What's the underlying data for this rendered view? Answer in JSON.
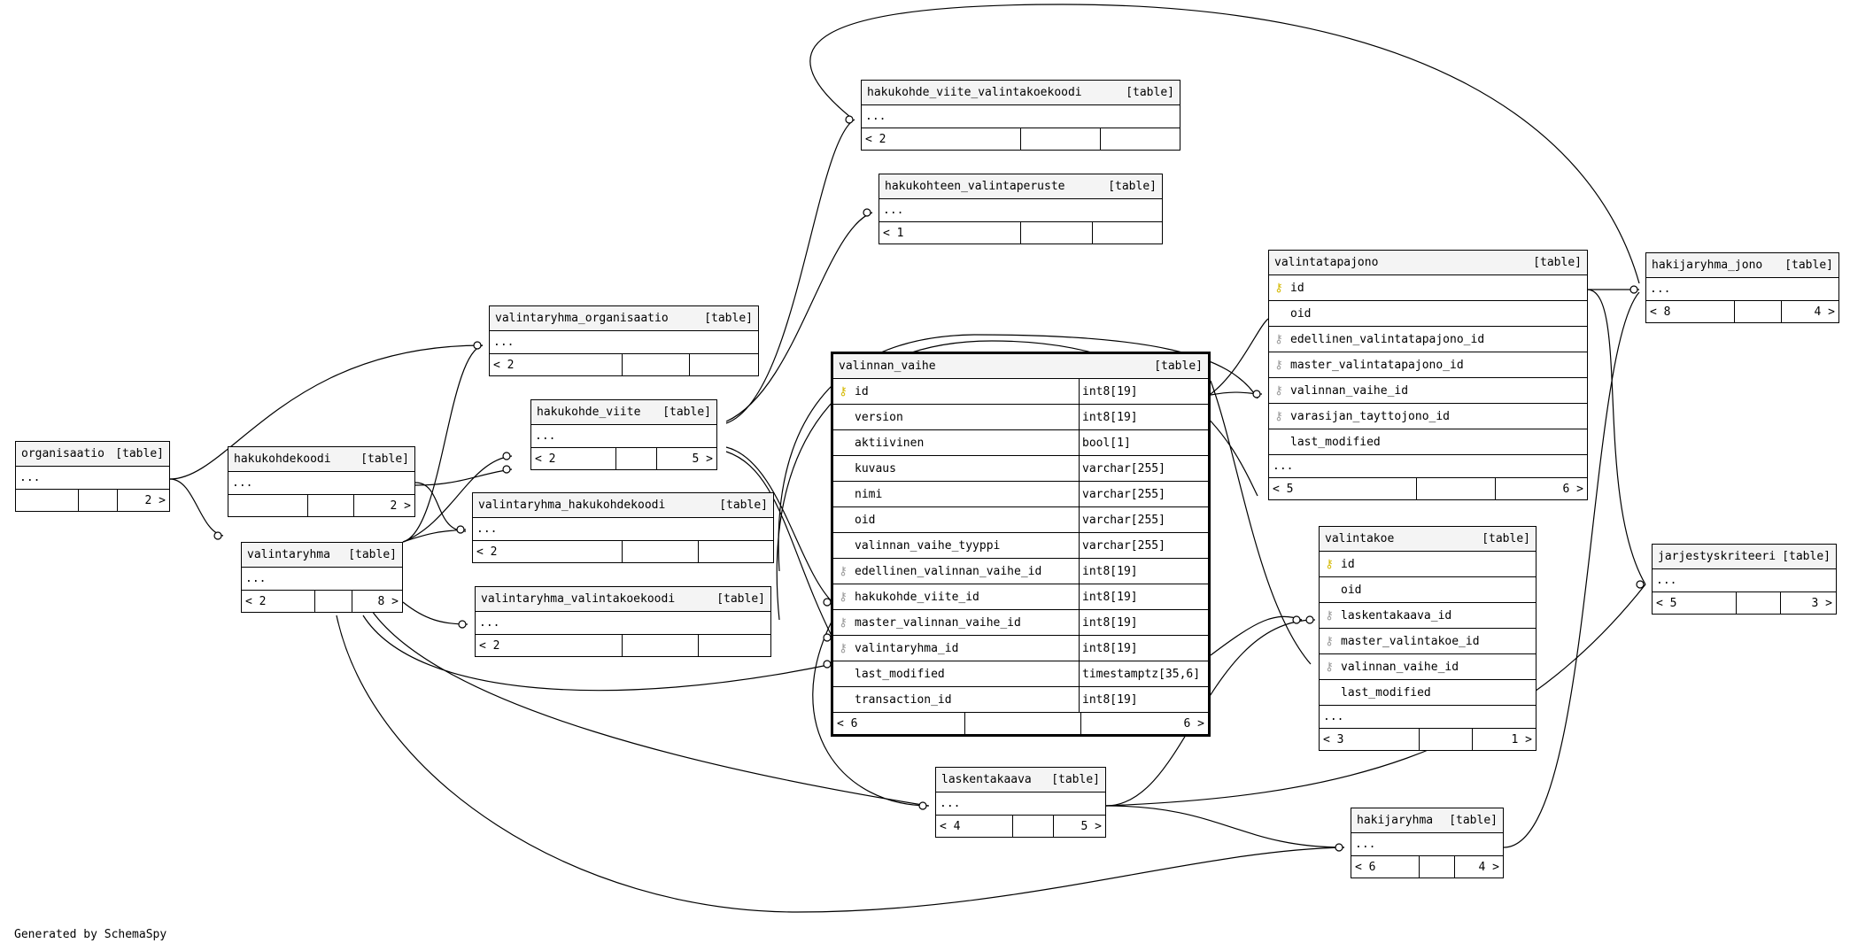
{
  "generator_note": "Generated by SchemaSpy",
  "icons": {
    "primary_key": "key-icon-yellow",
    "foreign_key": "key-icon-gray"
  },
  "colors": {
    "primary_key": "#d4b800",
    "foreign_key": "#999999",
    "header_bg": "#f4f4f4"
  },
  "tables": {
    "organisaatio": {
      "name": "organisaatio",
      "kind": "[table]",
      "ellipsis": "...",
      "parents": "",
      "children": "2 >"
    },
    "hakukohdekoodi": {
      "name": "hakukohdekoodi",
      "kind": "[table]",
      "ellipsis": "...",
      "parents": "",
      "children": "2 >"
    },
    "valintaryhma": {
      "name": "valintaryhma",
      "kind": "[table]",
      "ellipsis": "...",
      "parents": "< 2",
      "children": "8 >"
    },
    "valintaryhma_organisaatio": {
      "name": "valintaryhma_organisaatio",
      "kind": "[table]",
      "ellipsis": "...",
      "parents": "< 2",
      "children": ""
    },
    "hakukohde_viite": {
      "name": "hakukohde_viite",
      "kind": "[table]",
      "ellipsis": "...",
      "parents": "< 2",
      "children": "5 >"
    },
    "valintaryhma_hakukohdekoodi": {
      "name": "valintaryhma_hakukohdekoodi",
      "kind": "[table]",
      "ellipsis": "...",
      "parents": "< 2",
      "children": ""
    },
    "valintaryhma_valintakoekoodi": {
      "name": "valintaryhma_valintakoekoodi",
      "kind": "[table]",
      "ellipsis": "...",
      "parents": "< 2",
      "children": ""
    },
    "hakukohde_viite_valintakoekoodi": {
      "name": "hakukohde_viite_valintakoekoodi",
      "kind": "[table]",
      "ellipsis": "...",
      "parents": "< 2",
      "children": ""
    },
    "hakukohteen_valintaperuste": {
      "name": "hakukohteen_valintaperuste",
      "kind": "[table]",
      "ellipsis": "...",
      "parents": "< 1",
      "children": ""
    },
    "valinnan_vaihe": {
      "name": "valinnan_vaihe",
      "kind": "[table]",
      "parents": "< 6",
      "children": "6 >",
      "columns": [
        {
          "name": "id",
          "type": "int8[19]",
          "key": "pk"
        },
        {
          "name": "version",
          "type": "int8[19]",
          "key": ""
        },
        {
          "name": "aktiivinen",
          "type": "bool[1]",
          "key": ""
        },
        {
          "name": "kuvaus",
          "type": "varchar[255]",
          "key": ""
        },
        {
          "name": "nimi",
          "type": "varchar[255]",
          "key": ""
        },
        {
          "name": "oid",
          "type": "varchar[255]",
          "key": ""
        },
        {
          "name": "valinnan_vaihe_tyyppi",
          "type": "varchar[255]",
          "key": ""
        },
        {
          "name": "edellinen_valinnan_vaihe_id",
          "type": "int8[19]",
          "key": "fk"
        },
        {
          "name": "hakukohde_viite_id",
          "type": "int8[19]",
          "key": "fk"
        },
        {
          "name": "master_valinnan_vaihe_id",
          "type": "int8[19]",
          "key": "fk"
        },
        {
          "name": "valintaryhma_id",
          "type": "int8[19]",
          "key": "fk"
        },
        {
          "name": "last_modified",
          "type": "timestamptz[35,6]",
          "key": ""
        },
        {
          "name": "transaction_id",
          "type": "int8[19]",
          "key": ""
        }
      ]
    },
    "valintatapajono": {
      "name": "valintatapajono",
      "kind": "[table]",
      "ellipsis": "...",
      "parents": "< 5",
      "children": "6 >",
      "columns": [
        {
          "name": "id",
          "key": "pk"
        },
        {
          "name": "oid",
          "key": ""
        },
        {
          "name": "edellinen_valintatapajono_id",
          "key": "fk"
        },
        {
          "name": "master_valintatapajono_id",
          "key": "fk"
        },
        {
          "name": "valinnan_vaihe_id",
          "key": "fk"
        },
        {
          "name": "varasijan_tayttojono_id",
          "key": "fk"
        },
        {
          "name": "last_modified",
          "key": ""
        }
      ]
    },
    "valintakoe": {
      "name": "valintakoe",
      "kind": "[table]",
      "ellipsis": "...",
      "parents": "< 3",
      "children": "1 >",
      "columns": [
        {
          "name": "id",
          "key": "pk"
        },
        {
          "name": "oid",
          "key": ""
        },
        {
          "name": "laskentakaava_id",
          "key": "fk"
        },
        {
          "name": "master_valintakoe_id",
          "key": "fk"
        },
        {
          "name": "valinnan_vaihe_id",
          "key": "fk"
        },
        {
          "name": "last_modified",
          "key": ""
        }
      ]
    },
    "hakijaryhma_jono": {
      "name": "hakijaryhma_jono",
      "kind": "[table]",
      "ellipsis": "...",
      "parents": "< 8",
      "children": "4 >"
    },
    "jarjestyskriteeri": {
      "name": "jarjestyskriteeri",
      "kind": "[table]",
      "ellipsis": "...",
      "parents": "< 5",
      "children": "3 >"
    },
    "laskentakaava": {
      "name": "laskentakaava",
      "kind": "[table]",
      "ellipsis": "...",
      "parents": "< 4",
      "children": "5 >"
    },
    "hakijaryhma": {
      "name": "hakijaryhma",
      "kind": "[table]",
      "ellipsis": "...",
      "parents": "< 6",
      "children": "4 >"
    }
  }
}
